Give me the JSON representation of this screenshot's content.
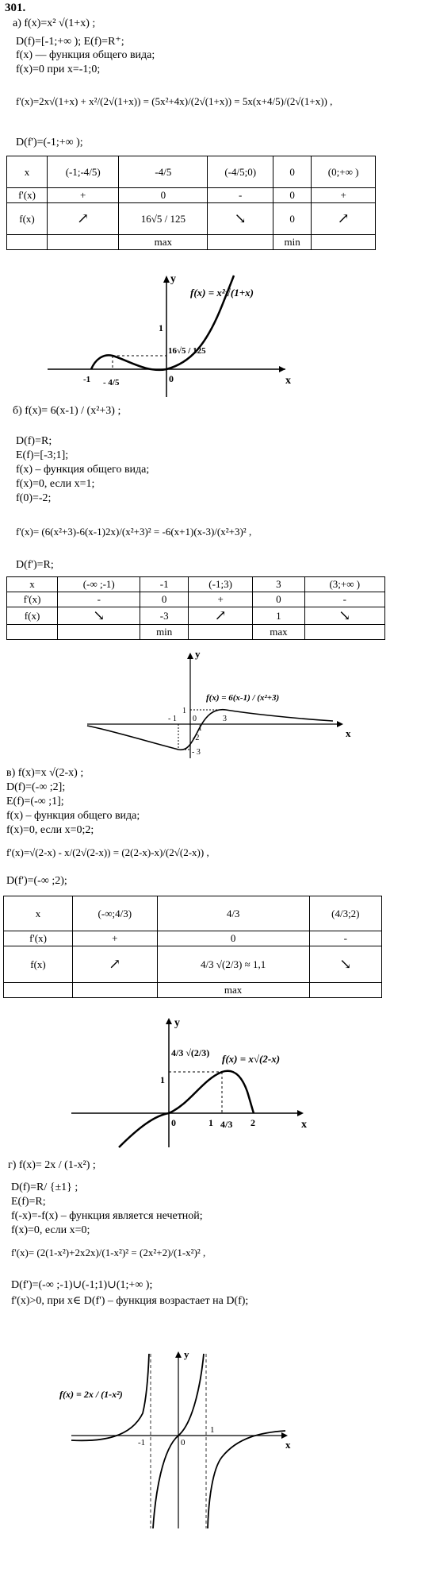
{
  "problem_number": "301.",
  "part_a": {
    "header": "а) f(x)=x² √(1+x) ;",
    "lines": [
      "D(f)=[-1;+∞ );      E(f)=R⁺;",
      "f(x) — функция общего вида;",
      "f(x)=0 при x=-1;0;"
    ],
    "derivative": "f'(x)=2x√(1+x) + x²/(2√(1+x)) = (5x²+4x)/(2√(1+x)) = 5x(x+4/5)/(2√(1+x)) ,",
    "domain_deriv": "D(f')=(-1;+∞ );",
    "table": {
      "header": [
        "x",
        "(-1;-4/5)",
        "-4/5",
        "(-4/5;0)",
        "0",
        "(0;+∞ )"
      ],
      "row_deriv": [
        "f'(x)",
        "+",
        "0",
        "-",
        "0",
        "+"
      ],
      "row_f": [
        "f(x)",
        "↗",
        "16√5 / 125",
        "↘",
        "0",
        "↗"
      ],
      "row_ext": [
        "",
        "",
        "max",
        "",
        "min",
        ""
      ]
    },
    "graph": {
      "y_label": "y",
      "x_label": "x",
      "formula": "f(x) = x²√(1+x)",
      "tick_1": "1",
      "max_value": "16√5 / 125",
      "tick_minus1": "-1",
      "tick_minus45": "- 4/5",
      "origin": "0"
    }
  },
  "part_b": {
    "header": "б) f(x)= 6(x-1) / (x²+3) ;",
    "lines": [
      "D(f)=R;",
      "E(f)=[-3;1];",
      "f(x) – функция общего вида;",
      "f(x)=0, если x=1;",
      "f(0)=-2;"
    ],
    "derivative": "f'(x)= (6(x²+3)-6(x-1)2x)/(x²+3)² = -6(x+1)(x-3)/(x²+3)² ,",
    "domain_deriv": "D(f')=R;",
    "table": {
      "header": [
        "x",
        "(-∞ ;-1)",
        "-1",
        "(-1;3)",
        "3",
        "(3;+∞ )"
      ],
      "row_deriv": [
        "f'(x)",
        "-",
        "0",
        "+",
        "0",
        "-"
      ],
      "row_f": [
        "f(x)",
        "↘",
        "-3",
        "↗",
        "1",
        "↘"
      ],
      "row_ext": [
        "",
        "",
        "min",
        "",
        "max",
        ""
      ]
    },
    "graph": {
      "y_label": "y",
      "x_label": "x",
      "formula": "f(x) = 6(x-1) / (x²+3)",
      "tick_1": "1",
      "tick_m1": "- 1",
      "tick_m2": "-2",
      "tick_m3": "- 3",
      "tick_x3": "3",
      "tick_x1": "1",
      "origin": "0"
    }
  },
  "part_v": {
    "header": "в) f(x)=x √(2-x) ;",
    "lines": [
      "D(f)=(-∞ ;2];",
      "E(f)=(-∞ ;1];",
      "f(x) – функция общего вида;",
      "f(x)=0, если x=0;2;"
    ],
    "derivative": "f'(x)=√(2-x) - x/(2√(2-x)) = (2(2-x)-x)/(2√(2-x)) ,",
    "domain_deriv": "D(f')=(-∞ ;2);",
    "table": {
      "header": [
        "x",
        "(-∞;4/3)",
        "4/3",
        "(4/3;2)"
      ],
      "row_deriv": [
        "f'(x)",
        "+",
        "0",
        "-"
      ],
      "row_f": [
        "f(x)",
        "↗",
        "4/3 √(2/3) ≈ 1,1",
        "↘"
      ],
      "row_ext": [
        "",
        "",
        "max",
        ""
      ]
    },
    "graph": {
      "y_label": "y",
      "x_label": "x",
      "formula": "f(x) = x√(2-x)",
      "max_label": "4/3 √(2/3)",
      "tick_1y": "1",
      "tick_1x": "1",
      "tick_43": "4/3",
      "tick_2": "2",
      "origin": "0"
    }
  },
  "part_g": {
    "header": "г) f(x)= 2x / (1-x²) ;",
    "lines": [
      "D(f)=R/ {±1} ;",
      "E(f)=R;",
      "f(-x)=-f(x) – функция является нечетной;",
      "f(x)=0, если x=0;"
    ],
    "derivative": "f'(x)= (2(1-x²)+2x2x)/(1-x²)² = (2x²+2)/(1-x²)² ,",
    "domain_deriv": "D(f')=(-∞ ;-1)∪(-1;1)∪(1;+∞ );",
    "increase": "f'(x)>0, при x∈ D(f') – функция возрастает на D(f);",
    "graph": {
      "y_label": "y",
      "x_label": "x",
      "formula": "f(x) = 2x / (1-x²)",
      "tick_m1": "-1",
      "tick_1": "1",
      "origin": "0"
    }
  }
}
